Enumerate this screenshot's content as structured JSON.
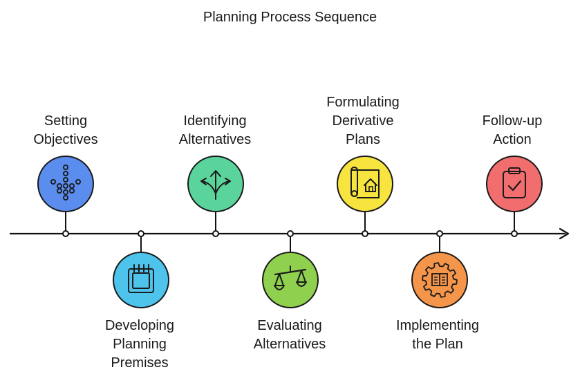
{
  "title": "Planning Process Sequence",
  "colors": {
    "line": "#111111",
    "stroke": "#1a1a1a"
  },
  "steps": [
    {
      "label": [
        "Setting",
        "Objectives"
      ],
      "icon": "dotted-arrow-down-icon",
      "fill": "#5b8def"
    },
    {
      "label": [
        "Developing",
        "Planning",
        "Premises"
      ],
      "icon": "calendar-icon",
      "fill": "#4ec3ec"
    },
    {
      "label": [
        "Identifying",
        "Alternatives"
      ],
      "icon": "branching-arrows-icon",
      "fill": "#5ad49a"
    },
    {
      "label": [
        "Evaluating",
        "Alternatives"
      ],
      "icon": "balance-scale-icon",
      "fill": "#8fd14f"
    },
    {
      "label": [
        "Formulating",
        "Derivative",
        "Plans"
      ],
      "icon": "blueprint-house-icon",
      "fill": "#f7e43f"
    },
    {
      "label": [
        "Implementing",
        "the Plan"
      ],
      "icon": "gear-book-icon",
      "fill": "#f5954a"
    },
    {
      "label": [
        "Follow-up",
        "Action"
      ],
      "icon": "clipboard-check-icon",
      "fill": "#f26d6d"
    }
  ]
}
